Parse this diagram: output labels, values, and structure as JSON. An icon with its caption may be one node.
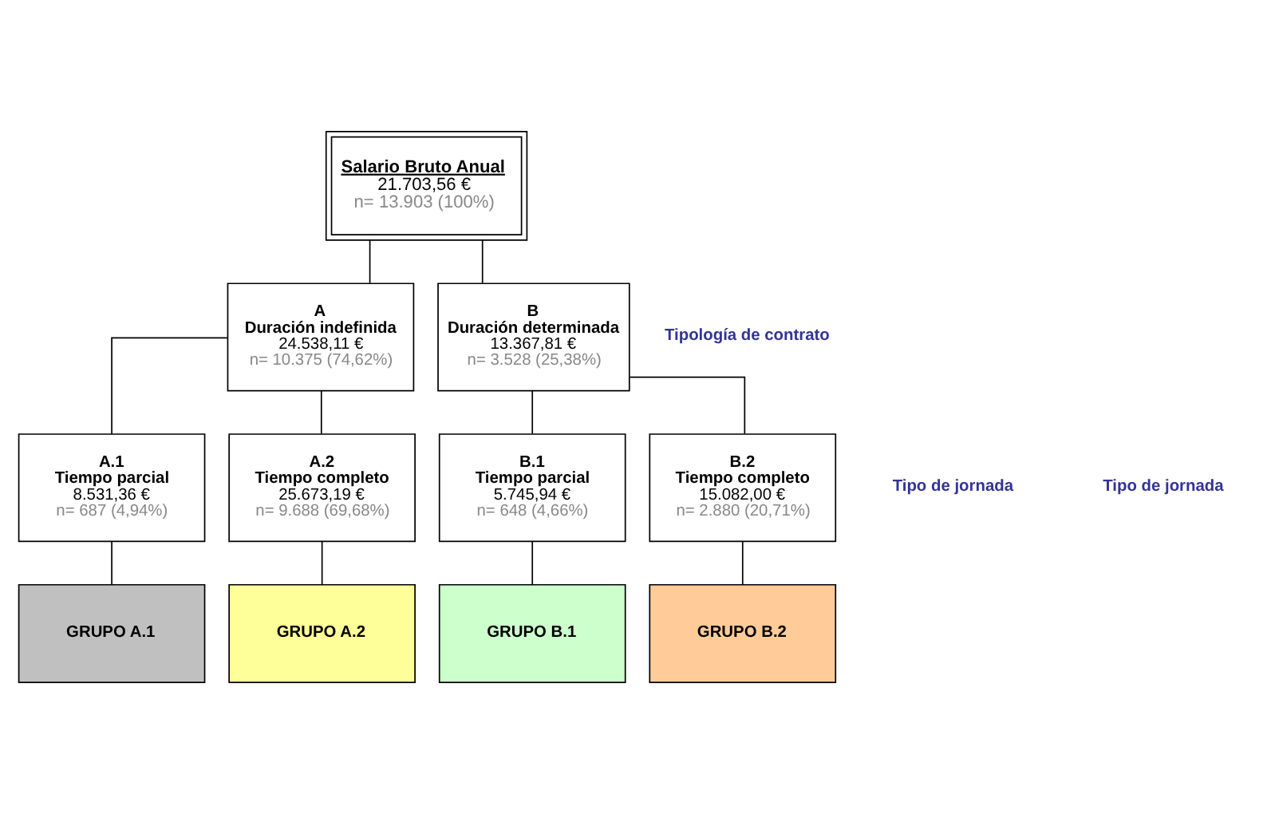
{
  "diagram": {
    "nodes": [
      {
        "text": [
          "Salario Bruto Anual",
          "21.703,56 €",
          "n= 13.903 (100%)"
        ]
      },
      {
        "text": [
          "A",
          "Duración indefinida",
          "24.538,11 €",
          "n= 10.375 (74,62%)"
        ]
      },
      {
        "text": [
          "B",
          "Duración determinada",
          "13.367,81 €",
          "n= 3.528 (25,38%)"
        ]
      },
      {
        "text": [
          "A.1",
          "Tiempo parcial",
          "8.531,36 €",
          "n= 687 (4,94%)"
        ]
      },
      {
        "text": [
          "A.2",
          "Tiempo completo",
          "25.673,19 €",
          "n= 9.688 (69,68%)"
        ]
      },
      {
        "text": [
          "B.1",
          "Tiempo parcial",
          "5.745,94 €",
          "n= 648 (4,66%)"
        ]
      },
      {
        "text": [
          "B.2",
          "Tiempo completo",
          "15.082,00 €",
          "n= 2.880 (20,71%)"
        ]
      },
      {
        "text": [
          "GRUPO A.1"
        ]
      },
      {
        "text": [
          "GRUPO A.2"
        ]
      },
      {
        "text": [
          "GRUPO B.1"
        ]
      },
      {
        "text": [
          "GRUPO B.2"
        ]
      }
    ],
    "edges": [
      {
        "from": 0,
        "to": 1,
        "arrow": "none"
      },
      {
        "from": 0,
        "to": 2,
        "arrow": "none"
      },
      {
        "from": 1,
        "to": 3,
        "arrow": "none"
      },
      {
        "from": 1,
        "to": 4,
        "arrow": "none"
      },
      {
        "from": 2,
        "to": 5,
        "arrow": "none"
      },
      {
        "from": 2,
        "to": 6,
        "arrow": "none"
      },
      {
        "from": 3,
        "to": 7,
        "arrow": "none"
      },
      {
        "from": 4,
        "to": 8,
        "arrow": "none"
      },
      {
        "from": 5,
        "to": 9,
        "arrow": "none"
      },
      {
        "from": 6,
        "to": 10,
        "arrow": "none"
      }
    ],
    "labels": [
      "Tipología de contrato",
      "Tipo de jornada",
      "Tipo de jornada"
    ]
  }
}
